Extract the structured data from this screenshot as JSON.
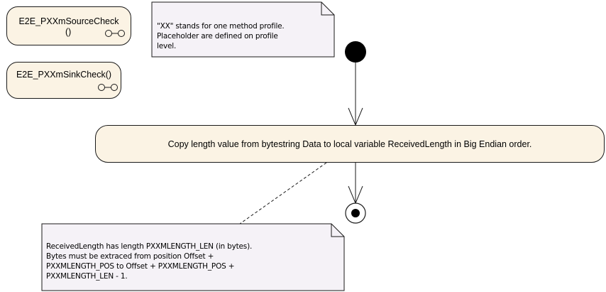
{
  "activities": {
    "source_check_line1": "E2E_PXXmSourceCheck",
    "source_check_line2": "()",
    "sink_check": "E2E_PXXmSinkCheck()"
  },
  "notes": {
    "top_lines": [
      "\"XX\" stands for one method profile.",
      "Placeholder are defined on profile",
      "level."
    ],
    "bottom_lines": [
      "ReceivedLength has length PXXMLENGTH_LEN (in bytes).",
      "Bytes must be extraced from position Offset +",
      "PXXMLENGTH_POS to Offset + PXXMLENGTH_POS +",
      "PXXMLENGTH_LEN - 1."
    ]
  },
  "action": {
    "label": "Copy length value from bytestring Data to local variable ReceivedLength in Big Endian order."
  },
  "colors": {
    "node_fill": "#fbf3e4",
    "note_fill": "#f5f2f7",
    "stroke": "#1a1a1a"
  }
}
